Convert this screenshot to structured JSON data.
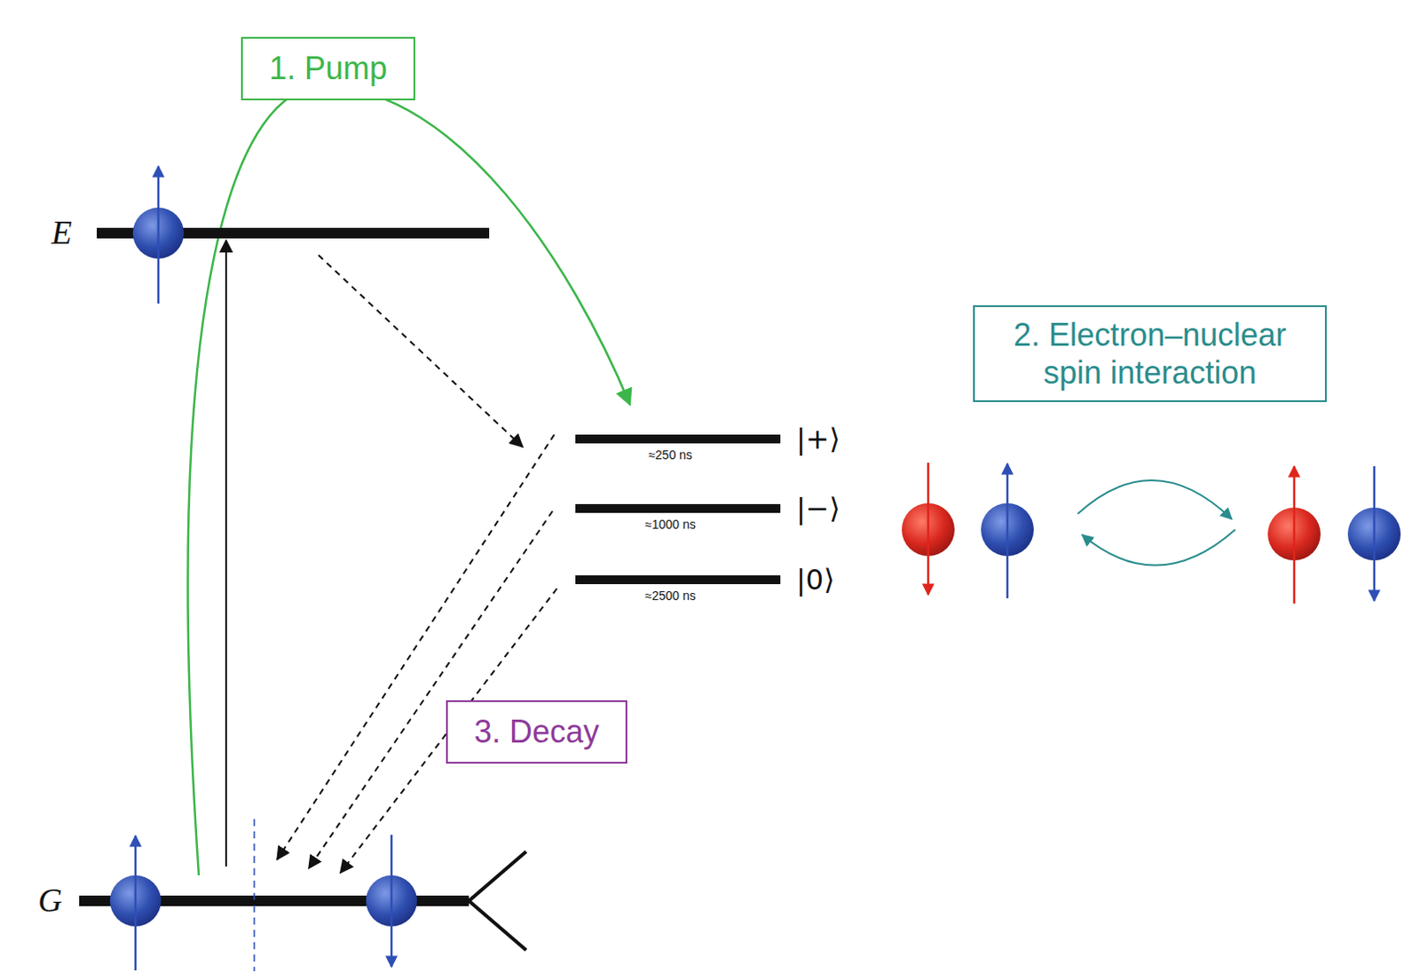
{
  "diagram": {
    "nodes": [
      {
        "text": [
          "1. Pump"
        ]
      },
      {
        "text": [
          "2. Electron–nuclear spin interaction"
        ]
      },
      {
        "text": [
          "3. Decay"
        ]
      }
    ],
    "labels": [
      "E",
      "|+⟩",
      "≈250 ns",
      "|−⟩",
      "≈1000 ns",
      "|0⟩",
      "≈2500 ns",
      "G"
    ]
  }
}
